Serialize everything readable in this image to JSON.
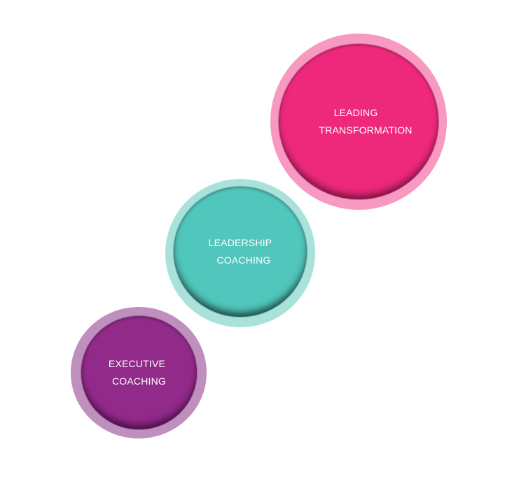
{
  "colors": {
    "pink_ring": "#f799c0",
    "pink_disc": "#ee297b",
    "pink_shadow": "#7a1441",
    "teal_ring": "#a8e2db",
    "teal_disc": "#51c6bc",
    "teal_shadow": "#1e4d48",
    "purple_ring": "#bf8fbe",
    "purple_disc": "#922a8a",
    "purple_shadow": "#4a1046",
    "text": "#ffffff"
  },
  "circles": [
    {
      "id": "lt",
      "lines": [
        "LEADING",
        "TRANSFORMATION"
      ],
      "ring": "pink_ring",
      "disc": "pink_disc",
      "shadow": "pink_shadow"
    },
    {
      "id": "lc",
      "lines": [
        "LEADERSHIP",
        "COACHING"
      ],
      "ring": "teal_ring",
      "disc": "teal_disc",
      "shadow": "teal_shadow"
    },
    {
      "id": "ec",
      "lines": [
        "EXECUTIVE",
        "COACHING"
      ],
      "ring": "purple_ring",
      "disc": "purple_disc",
      "shadow": "purple_shadow"
    }
  ]
}
